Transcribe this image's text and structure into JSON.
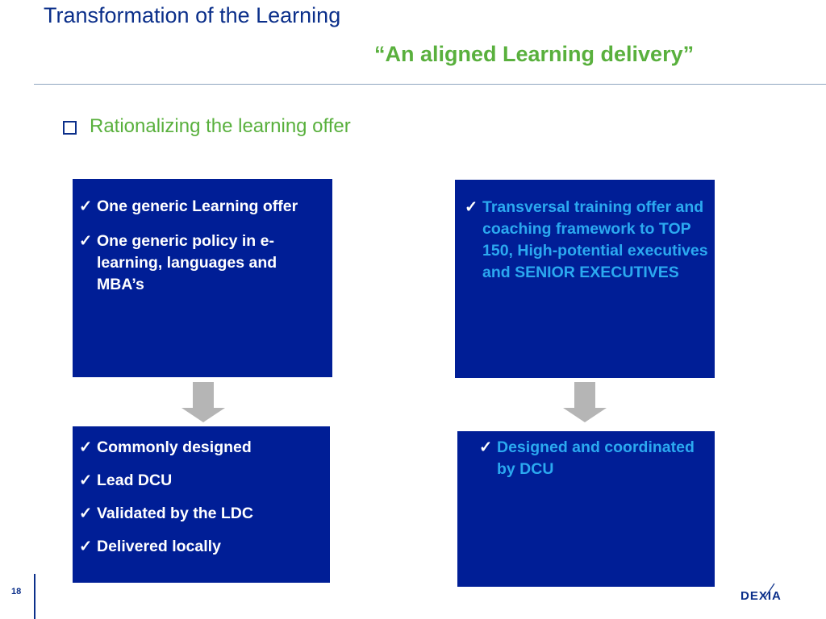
{
  "header": {
    "title": "Transformation of the Learning",
    "subtitle": "“An aligned Learning delivery”"
  },
  "section": {
    "heading": "Rationalizing the learning offer"
  },
  "boxes": {
    "top_left": {
      "items": [
        "One generic Learning offer",
        "One generic policy in e-learning, languages and MBA’s"
      ]
    },
    "top_right": {
      "items": [
        "Transversal  training offer and coaching framework to TOP 150, High-potential executives and SENIOR EXECUTIVES"
      ]
    },
    "bottom_left": {
      "items": [
        "Commonly designed",
        "Lead DCU",
        "Validated by the LDC",
        "Delivered locally"
      ]
    },
    "bottom_right": {
      "items": [
        "Designed and coordinated by DCU"
      ]
    }
  },
  "footer": {
    "page_number": "18",
    "logo_text": "DEXIA"
  },
  "colors": {
    "title_blue": "#0b2f8a",
    "accent_green": "#59b03d",
    "box_blue": "#001e96",
    "highlight_cyan": "#2ba9f0",
    "arrow_gray": "#b5b5b5"
  }
}
